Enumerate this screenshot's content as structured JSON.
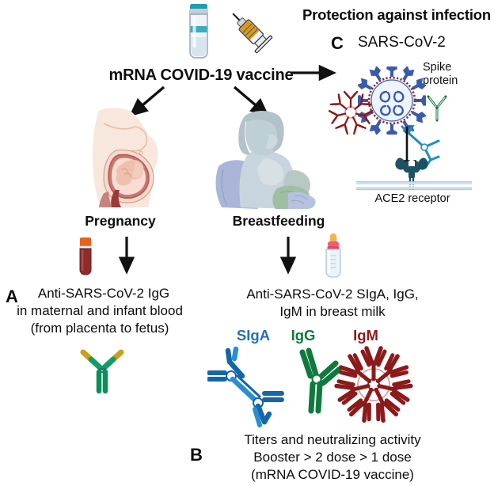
{
  "figure": {
    "title_vaccine": "mRNA COVID-19 vaccine",
    "title_protection": "Protection against infection"
  },
  "branches": {
    "left_label": "Pregnancy",
    "right_label": "Breastfeeding"
  },
  "panels": {
    "A": {
      "letter": "A",
      "lines": [
        "Anti-SARS-CoV-2 IgG",
        "in maternal and infant blood",
        "(from placenta to fetus)"
      ]
    },
    "B": {
      "letter": "B",
      "milk_lines": [
        "Anti-SARS-CoV-2 SIgA, IgG,",
        "IgM in breast milk"
      ],
      "antibody_labels": [
        {
          "name": "SIgA",
          "color": "#1d72b8"
        },
        {
          "name": "IgG",
          "color": "#0f7a3d"
        },
        {
          "name": "IgM",
          "color": "#8c1a1a"
        }
      ],
      "lines": [
        "Titers and neutralizing activity",
        "Booster > 2 dose > 1 dose",
        "(mRNA COVID-19 vaccine)"
      ]
    },
    "C": {
      "letter": "C",
      "title": "SARS-CoV-2",
      "spike_label_lines": [
        "Spike",
        "protein"
      ],
      "receptor_label": "ACE2 receptor"
    }
  },
  "icons": {
    "vial": "vaccine-vial-icon",
    "syringe": "syringe-icon",
    "pregnant_woman": "pregnant-woman-illustration",
    "breastfeeding": "breastfeeding-illustration",
    "blood_tube": "blood-collection-tube-icon",
    "baby_bottle": "baby-bottle-icon",
    "virus": "sars-cov-2-virion-icon",
    "antibody_red": "igm-antibody-red-icon",
    "antibody_green": "igg-antibody-green-icon",
    "antibody_blue": "siga-antibody-blue-icon",
    "ace2": "ace2-receptor-icon",
    "membrane": "cell-membrane-icon",
    "inhibition": "inhibition-tee-arrow"
  },
  "colors": {
    "siga_blue": "#1d72b8",
    "igg_green": "#0f7a3d",
    "igm_red": "#8c1a1a",
    "virus_blue": "#3a5bab",
    "virus_outline_red": "#8e2430",
    "ace2_teal": "#1c5266",
    "vial_cap_teal": "#1aa0ae",
    "syringe_fluid": "#d99b17",
    "blood_red": "#8e2b2b",
    "tube_cap_orange": "#e8631a",
    "text_black": "#0d0d0d"
  }
}
